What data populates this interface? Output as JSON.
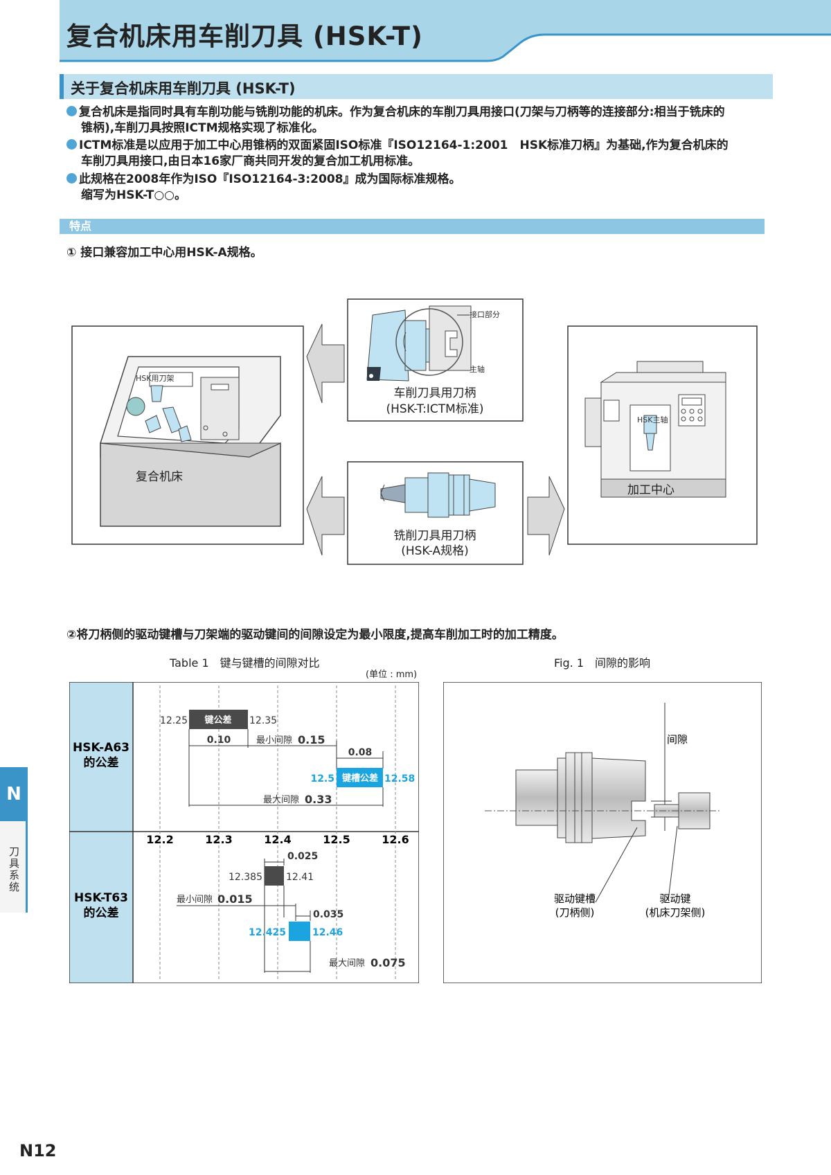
{
  "header": {
    "title": "复合机床用车削刀具 (HSK-T)"
  },
  "section": {
    "title": "关于复合机床用车削刀具 (HSK-T)"
  },
  "bullets": [
    {
      "line1": "复合机床是指同时具有车削功能与铣削功能的机床。作为复合机床的车削刀具用接口(刀架与刀柄等的连接部分:相当于铣床的",
      "line2": "锥柄),车削刀具按照ICTM规格实现了标准化。"
    },
    {
      "line1": "ICTM标准是以应用于加工中心用锥柄的双面紧固ISO标准『ISO12164-1:2001　HSK标准刀柄』为基础,作为复合机床的",
      "line2": "车削刀具用接口,由日本16家厂商共同开发的复合加工机用标准。"
    },
    {
      "line1": "此规格在2008年作为ISO『ISO12164-3:2008』成为国际标准规格。",
      "line2": "缩写为HSK-T○○。"
    }
  ],
  "features": {
    "title": "特点",
    "item1": "① 接口兼容加工中心用HSK-A规格。",
    "item2": "②将刀柄侧的驱动键槽与刀架端的驱动键间的间隙设定为最小限度,提高车削加工时的加工精度。"
  },
  "diagram1": {
    "machine_label": "复合机床",
    "machine_holder_tag": "HSK用刀架",
    "turning_holder_title": "车削刀具用刀柄",
    "turning_holder_sub": "(HSK-T:ICTM标准)",
    "interface_label": "接口部分",
    "spindle_label": "主轴",
    "milling_holder_title": "铣削刀具用刀柄",
    "milling_holder_sub": "(HSK-A规格)",
    "mc_label": "加工中心",
    "mc_spindle_tag": "HSK主轴"
  },
  "table1": {
    "caption": "Table 1　键与键槽的间隙对比",
    "unit": "(单位 : mm)",
    "row_a": "HSK-A63\n的公差",
    "row_t": "HSK-T63\n的公差",
    "axis_ticks": [
      "12.2",
      "12.3",
      "12.4",
      "12.5",
      "12.6"
    ],
    "a_key_min": "12.25",
    "a_key_label": "键公差",
    "a_key_max": "12.35",
    "a_dim_010": "0.10",
    "a_min_gap_label": "最小间隙",
    "a_min_gap_val": "0.15",
    "a_dim_008": "0.08",
    "a_slot_min": "12.5",
    "a_slot_label": "键槽公差",
    "a_slot_max": "12.58",
    "a_max_gap_label": "最大间隙",
    "a_max_gap_val": "0.33",
    "t_dim_0025": "0.025",
    "t_key_min": "12.385",
    "t_key_max": "12.41",
    "t_min_gap_label": "最小间隙",
    "t_min_gap_val": "0.015",
    "t_dim_0035": "0.035",
    "t_slot_min": "12.425",
    "t_slot_max": "12.46",
    "t_max_gap_label": "最大间隙",
    "t_max_gap_val": "0.075"
  },
  "fig1": {
    "caption": "Fig. 1　间隙的影响",
    "gap_label": "间隙",
    "slot_label": "驱动键槽",
    "slot_sub": "(刀柄侧)",
    "key_label": "驱动键",
    "key_sub": "(机床刀架侧)"
  },
  "sidetab": {
    "letter": "N",
    "text": "刀具系统"
  },
  "page_number": "N12",
  "colors": {
    "accent": "#3a94c8",
    "header_bg": "#a8d4e8",
    "slot_blue": "#1aa5e0",
    "key_dark": "#4a4a4a"
  }
}
